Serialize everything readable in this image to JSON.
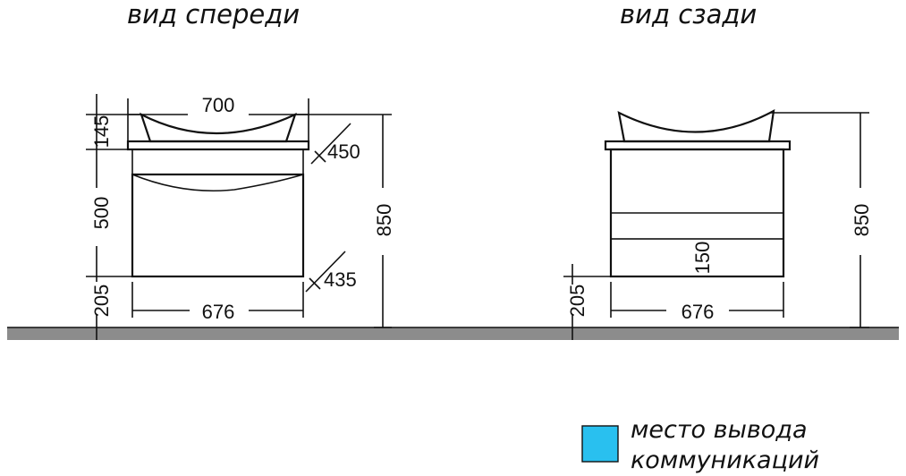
{
  "front_view": {
    "title": "вид спереди",
    "dims": {
      "top_width": "700",
      "basin_height": "145",
      "top_depth": "450",
      "cabinet_height": "500",
      "total_height": "850",
      "cabinet_depth": "435",
      "floor_gap": "205",
      "cabinet_width": "676"
    }
  },
  "rear_view": {
    "title": "вид сзади",
    "dims": {
      "service_height": "150",
      "total_height": "850",
      "floor_gap": "205",
      "cabinet_width": "676"
    }
  },
  "legend": {
    "line1": "место вывода",
    "line2": "коммуникаций",
    "swatch_color": "#29c0ef"
  },
  "colors": {
    "floor": "#8c8c8c",
    "service_zone": "#29c0ef"
  }
}
